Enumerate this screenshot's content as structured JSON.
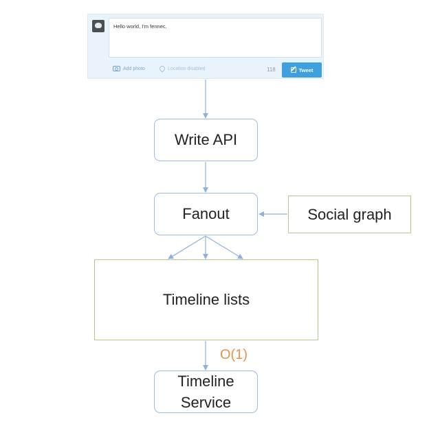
{
  "tweet_composer": {
    "text": "Hello world, I'm fennec.",
    "add_photo_label": "Add photo",
    "location_label": "Location disabled",
    "char_count": "118",
    "tweet_button_label": "Tweet"
  },
  "nodes": {
    "write_api": "Write API",
    "fanout": "Fanout",
    "social_graph": "Social graph",
    "timeline_lists": "Timeline lists",
    "timeline_service": "Timeline Service"
  },
  "edge_labels": {
    "lists_to_service": "O(1)"
  },
  "colors": {
    "arrow": "#8fb1d9",
    "blue_border": "#9bbbe0",
    "green_border": "#b3c98b",
    "complexity_text": "#e6924a",
    "tweet_button": "#3fa0e0"
  }
}
